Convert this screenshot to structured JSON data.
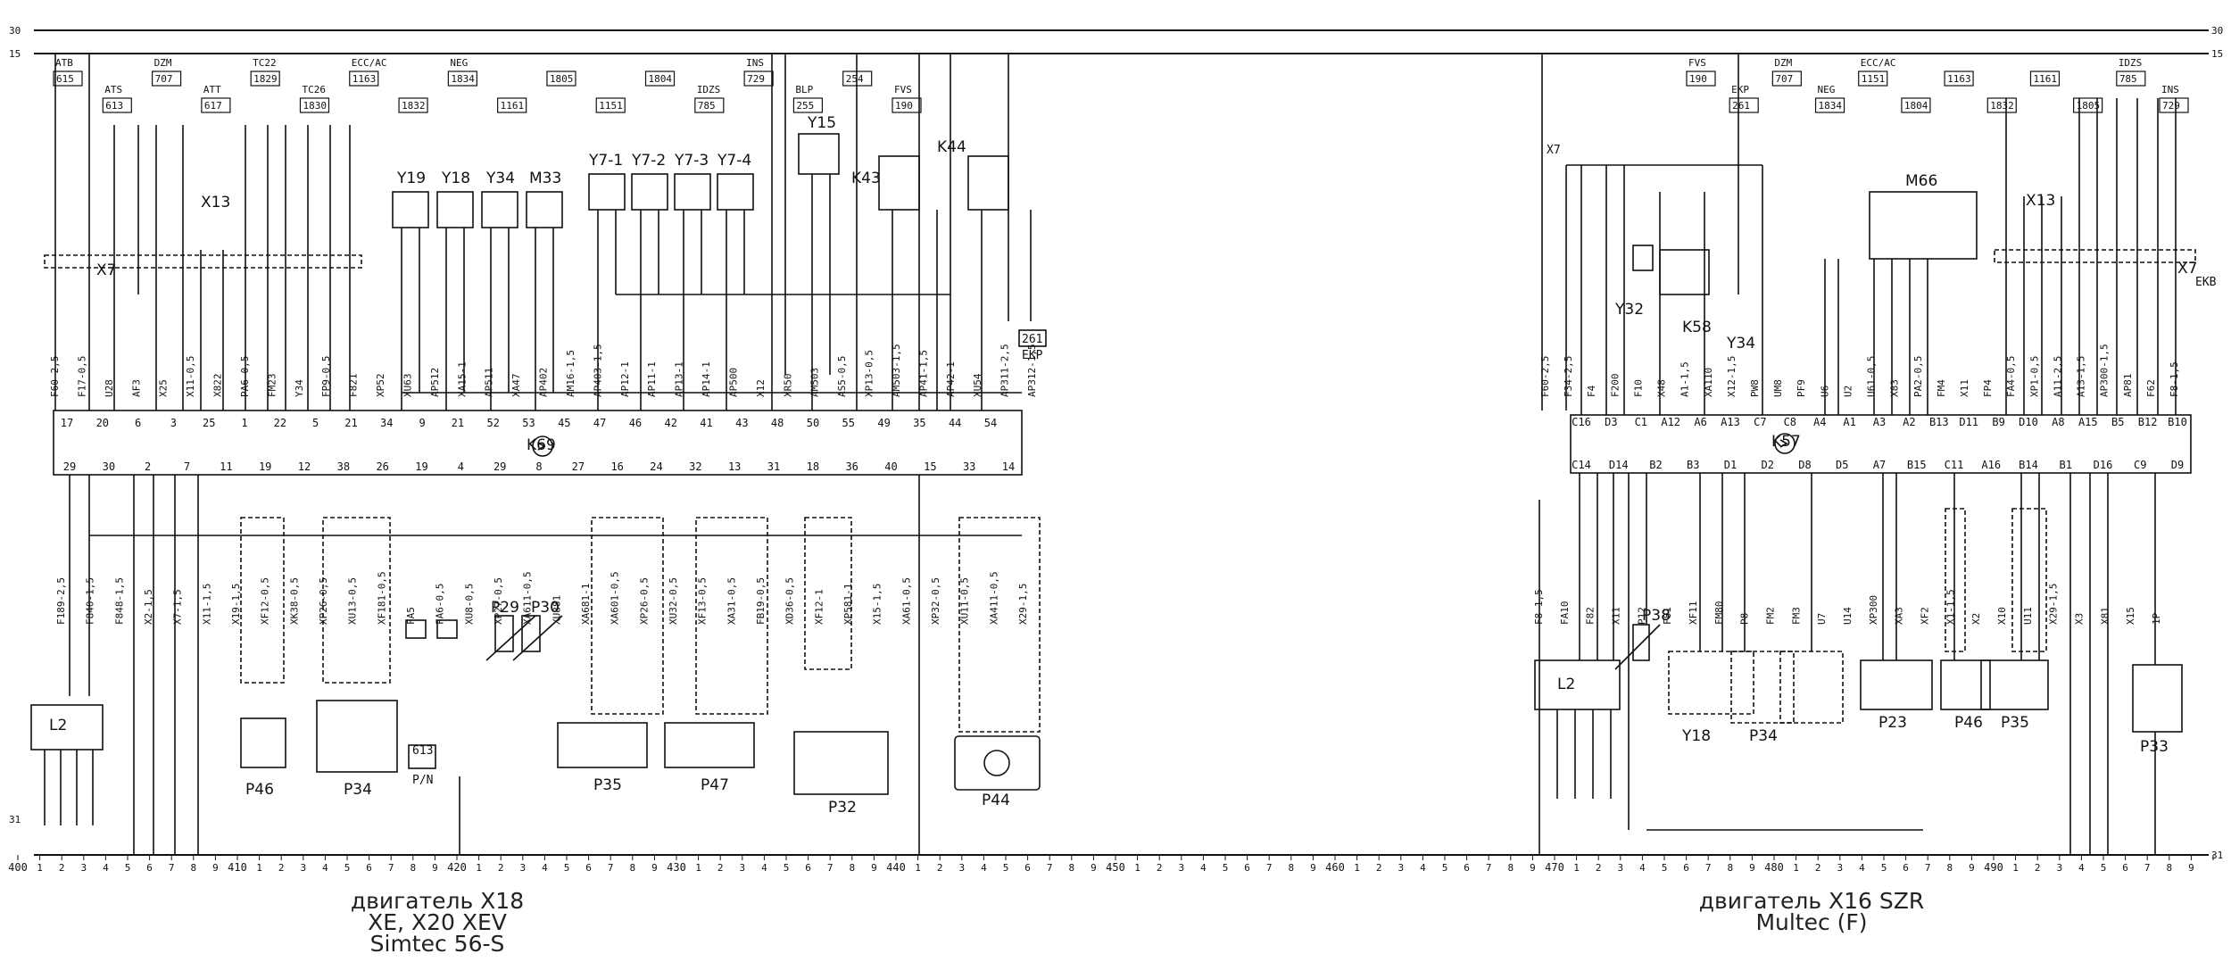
{
  "rails": {
    "r30_left": "30",
    "r15_left": "15",
    "r30_right": "30",
    "r15_right": "15",
    "r31_left": "31",
    "r31_right": "31"
  },
  "left_engine": {
    "caption": [
      "двигатель X18",
      "XE, X20 XEV",
      "Simtec 56-S"
    ],
    "ecu": "K69",
    "ecu_top_pins": [
      "17",
      "20",
      "6",
      "3",
      "25",
      "1",
      "22",
      "5",
      "21",
      "34",
      "9",
      "21",
      "52",
      "53",
      "45",
      "47",
      "46",
      "42",
      "41",
      "43",
      "48",
      "50",
      "55",
      "49",
      "35",
      "44",
      "54"
    ],
    "ecu_bottom_pins": [
      "29",
      "30",
      "2",
      "7",
      "11",
      "19",
      "12",
      "38",
      "26",
      "19",
      "4",
      "29",
      "8",
      "27",
      "16",
      "24",
      "32",
      "13",
      "31",
      "18",
      "36",
      "40",
      "15",
      "33",
      "14"
    ],
    "top_refs": [
      {
        "code": "ATB",
        "num": "615"
      },
      {
        "code": "ATS",
        "num": "613"
      },
      {
        "code": "DZM",
        "num": "707"
      },
      {
        "code": "ATT",
        "num": "617"
      },
      {
        "code": "TC22",
        "num": "1829"
      },
      {
        "code": "TC26",
        "num": "1830"
      },
      {
        "code": "ECC/AC",
        "num": "1163"
      },
      {
        "code": "",
        "num": "1832"
      },
      {
        "code": "NEG",
        "num": "1834"
      },
      {
        "code": "",
        "num": "1161"
      },
      {
        "code": "",
        "num": "1805"
      },
      {
        "code": "",
        "num": "1151"
      },
      {
        "code": "",
        "num": "1804"
      },
      {
        "code": "IDZS",
        "num": "785"
      },
      {
        "code": "INS",
        "num": "729"
      },
      {
        "code": "BLP",
        "num": "255"
      },
      {
        "code": "",
        "num": "254"
      },
      {
        "code": "FVS",
        "num": "190"
      }
    ],
    "connector": "X7",
    "relays": [
      "K43",
      "K44",
      "X13"
    ],
    "valves_top": [
      "Y19",
      "Y18",
      "Y34",
      "M33",
      "Y7-1",
      "Y7-2",
      "Y7-3",
      "Y7-4",
      "Y15"
    ],
    "bottom_components": [
      "L2",
      "P46",
      "P34",
      "P29",
      "P30",
      "P35",
      "P47",
      "P32",
      "P44"
    ],
    "wire_labels_top": [
      "F60-2,5",
      "F17-0,5",
      "U28",
      "AF3",
      "X25",
      "X11-0,5",
      "X822",
      "PA6-0,5",
      "FM23",
      "Y34",
      "FP9-0,5",
      "F821",
      "XP52",
      "XU63",
      "AP512",
      "XA15-1",
      "AP511",
      "XA47",
      "AP402",
      "AM16-1,5",
      "AP403-1,5",
      "AP12-1",
      "AP11-1",
      "AP13-1",
      "AP14-1",
      "AP500",
      "X12",
      "XR50",
      "AM503",
      "AS5-0,5",
      "XP13-0,5",
      "AM503-1,5",
      "AP41-1,5",
      "AP42-1",
      "XU54",
      "AP311-2,5",
      "AP312-1,5"
    ],
    "wire_labels_bottom": [
      "F189-2,5",
      "F840-1,5",
      "F848-1,5",
      "X2-1,5",
      "X7-1,5",
      "X11-1,5",
      "X19-1,5",
      "XF12-0,5",
      "XK38-0,5",
      "XP26-0,5",
      "XU13-0,5",
      "XF181-0,5",
      "FA5",
      "FA6-0,5",
      "XU8-0,5",
      "XP27-0,5",
      "XA611-0,5",
      "XU881",
      "XA681-1",
      "XA601-0,5",
      "XP26-0,5",
      "XU32-0,5",
      "XF13-0,5",
      "XA31-0,5",
      "FB19-0,5",
      "XD36-0,5",
      "XF12-1",
      "XP581-1",
      "X15-1,5",
      "XA61-0,5",
      "XP32-0,5",
      "XU11-0,5",
      "XA411-0,5",
      "X29-1,5"
    ],
    "extras": [
      "613",
      "P/N",
      "261",
      "EKP"
    ]
  },
  "right_engine": {
    "caption": [
      "двигатель X16 SZR",
      "Multec (F)"
    ],
    "ecu": "K57",
    "ecu_top_pins": [
      "C16",
      "D3",
      "C1",
      "A12",
      "A6",
      "A13",
      "C7",
      "C8",
      "A4",
      "A1",
      "A3",
      "A2",
      "B13",
      "D11",
      "B9",
      "D10",
      "A8",
      "A15",
      "B5",
      "B12",
      "B10"
    ],
    "ecu_bottom_pins": [
      "C14",
      "D14",
      "B2",
      "B3",
      "D1",
      "D2",
      "D8",
      "D5",
      "A7",
      "B15",
      "C11",
      "A16",
      "B14",
      "B1",
      "D16",
      "C9",
      "D9"
    ],
    "top_refs": [
      {
        "code": "FVS",
        "num": "190"
      },
      {
        "code": "EKP",
        "num": "261"
      },
      {
        "code": "DZM",
        "num": "707"
      },
      {
        "code": "NEG",
        "num": "1834"
      },
      {
        "code": "ECC/AC",
        "num": "1151"
      },
      {
        "code": "",
        "num": "1804"
      },
      {
        "code": "",
        "num": "1163"
      },
      {
        "code": "",
        "num": "1832"
      },
      {
        "code": "",
        "num": "1161"
      },
      {
        "code": "",
        "num": "1805"
      },
      {
        "code": "IDZS",
        "num": "785"
      },
      {
        "code": "INS",
        "num": "729"
      }
    ],
    "connector": "X7",
    "relays": [
      "K58",
      "X13"
    ],
    "valves_top": [
      "Y32",
      "Y34",
      "M66"
    ],
    "bottom_components": [
      "L2",
      "P38",
      "Y18",
      "P34",
      "P23",
      "P46",
      "P35",
      "P33"
    ],
    "wire_labels_top": [
      "F60-2,5",
      "F34-2,5",
      "F4",
      "F200",
      "F10",
      "X48",
      "A1-1,5",
      "XA110",
      "X12-1,5",
      "PW8",
      "UM8",
      "PF9",
      "U6",
      "U2",
      "U61-0,5",
      "X83",
      "PA2-0,5",
      "FM4",
      "X11",
      "FP4",
      "FA4-0,5",
      "XP1-0,5",
      "A11-2,5",
      "A13-1,5",
      "AP300-1,5",
      "AP81",
      "F62",
      "F8-1,5"
    ],
    "wire_labels_bottom": [
      "F8-1,5",
      "FA10",
      "F82",
      "X11",
      "P12",
      "F81",
      "XF11",
      "FM80",
      "P8",
      "FM2",
      "FM3",
      "U7",
      "U14",
      "XP300",
      "XA3",
      "XF2",
      "X1-1,5",
      "X2",
      "X10",
      "U11",
      "X29-1,5",
      "X3",
      "X81",
      "X15",
      "1P"
    ],
    "extras": [
      "EKB",
      "X7"
    ]
  },
  "scale": {
    "left_start": "400",
    "marks": [
      "400",
      "410",
      "420",
      "430",
      "440",
      "450",
      "460",
      "470",
      "480",
      "490"
    ]
  },
  "colors": {
    "line": "#111111",
    "background": "#ffffff"
  }
}
